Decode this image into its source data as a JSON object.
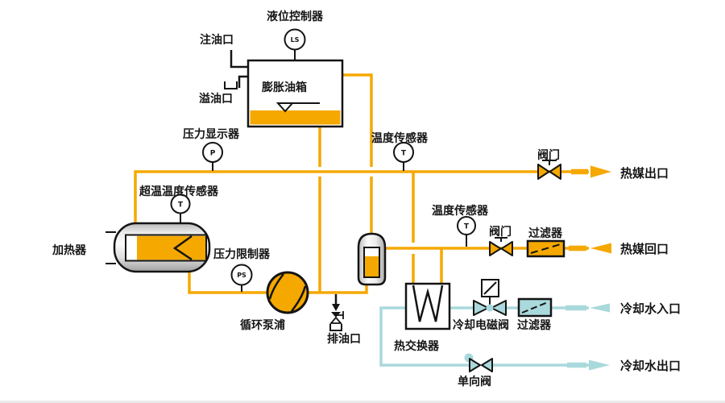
{
  "colors": {
    "hot_oil": "#F5A800",
    "cooling_water": "#A9D9DC",
    "ink": "#141414"
  },
  "tank": {
    "label": "膨胀油箱",
    "fill_port": "注油口",
    "overflow_port": "溢油口"
  },
  "instruments": {
    "level_controller": {
      "label": "液位控制器",
      "tag": "LS"
    },
    "pressure_display": {
      "label": "压力显示器",
      "tag": "P"
    },
    "main_temp_sensor": {
      "label": "温度传感器",
      "tag": "T"
    },
    "overtemp_sensor": {
      "label": "超温温度传感器",
      "tag": "T"
    },
    "pressure_limiter": {
      "label": "压力限制器",
      "tag": "PS"
    },
    "return_temp_sensor": {
      "label": "温度传感器",
      "tag": "T"
    }
  },
  "equipment": {
    "heater": "加热器",
    "pump": "循环泵浦",
    "drain_port": "排油口",
    "heat_exchanger": "热交换器"
  },
  "valves": {
    "outlet_valve": "阀门",
    "return_valve": "阀门",
    "solenoid_valve": "冷却电磁阀",
    "check_valve": "单向阀"
  },
  "filters": {
    "return_filter": "过滤器",
    "cooling_filter": "过滤器"
  },
  "ports": {
    "hot_medium_outlet": "热媒出口",
    "hot_medium_return": "热媒回口",
    "cooling_water_inlet": "冷却水入口",
    "cooling_water_outlet": "冷却水出口"
  }
}
